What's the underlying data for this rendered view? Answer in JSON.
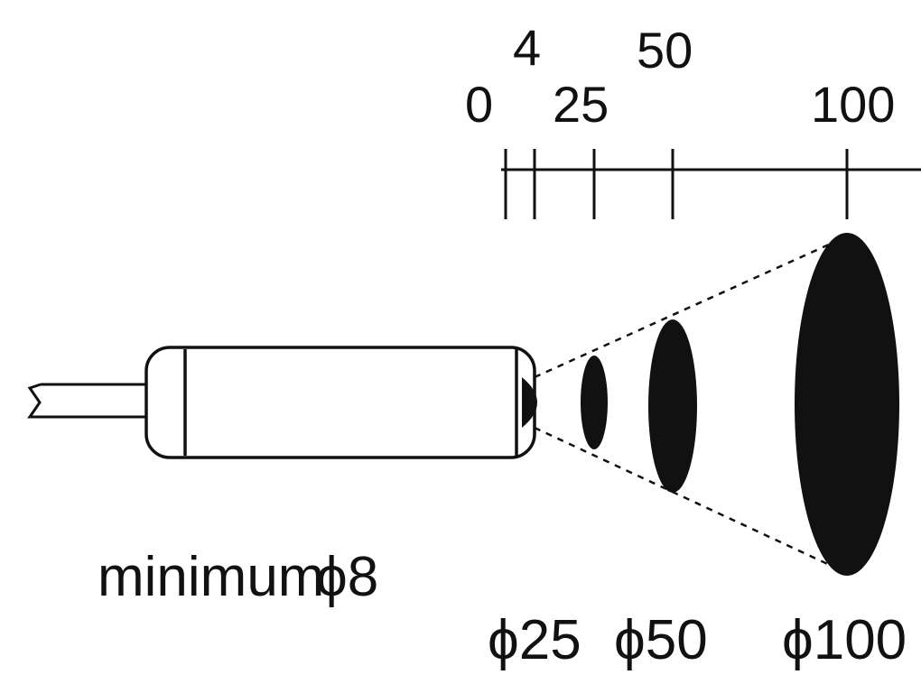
{
  "scale": {
    "tick_labels": [
      "0",
      "4",
      "25",
      "50",
      "100"
    ]
  },
  "spot_labels": {
    "minimum": "minimum",
    "minimum_diameter": "ϕ8",
    "d25": "ϕ25",
    "d50": "ϕ50",
    "d100": "ϕ100"
  },
  "colors": {
    "ink": "#111111",
    "background": "#ffffff"
  }
}
